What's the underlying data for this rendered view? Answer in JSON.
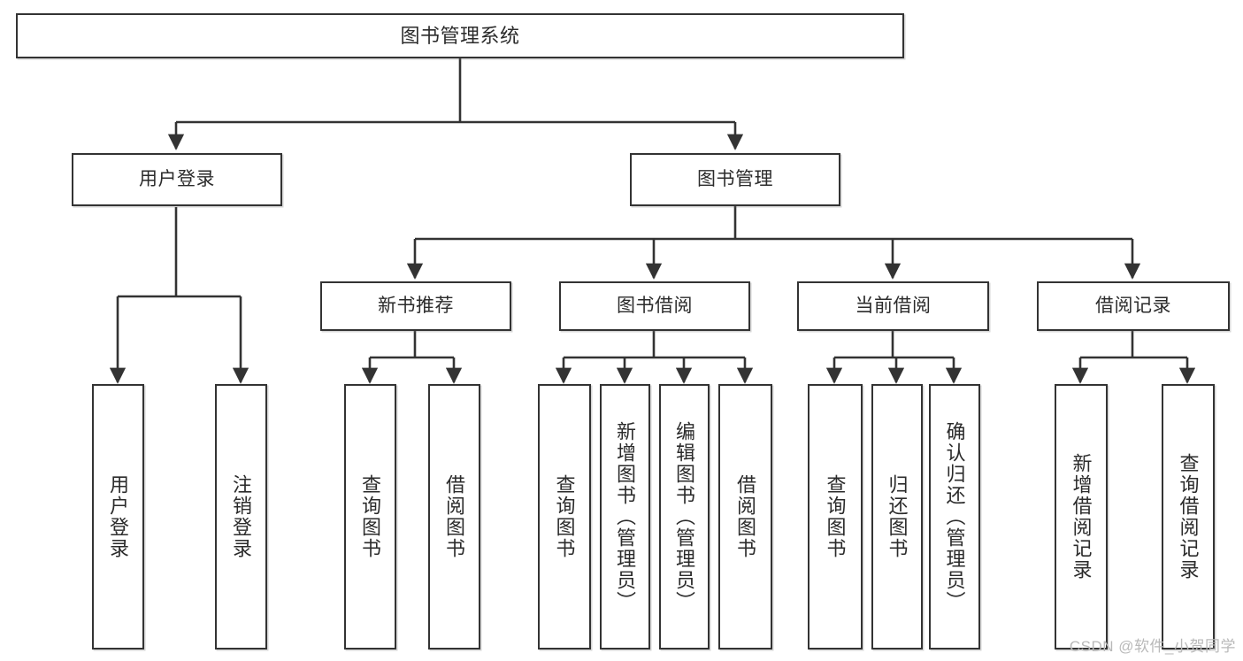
{
  "diagram": {
    "title": "图书管理系统",
    "type": "hierarchy-tree",
    "watermark": "CSDN @软件_小贺同学",
    "colors": {
      "background": "#ffffff",
      "box_border": "#333333",
      "box_fill": "#ffffff",
      "text": "#2b2b2b",
      "connector": "#333333",
      "watermark": "#b9b9b9"
    },
    "nodes": {
      "root": {
        "label": "图书管理系统",
        "level": 1
      },
      "user_login": {
        "label": "用户登录",
        "level": 2
      },
      "book_manage": {
        "label": "图书管理",
        "level": 2
      },
      "new_book_rec": {
        "label": "新书推荐",
        "level": 3
      },
      "book_borrow": {
        "label": "图书借阅",
        "level": 3
      },
      "current_borrow": {
        "label": "当前借阅",
        "level": 3
      },
      "borrow_record": {
        "label": "借阅记录",
        "level": 3
      },
      "leaf_user_login": {
        "label": "用户登录",
        "level": 3
      },
      "leaf_logout": {
        "label": "注销登录",
        "level": 3
      },
      "leaf_query_book_1": {
        "label": "查询图书",
        "level": 4
      },
      "leaf_borrow_book_1": {
        "label": "借阅图书",
        "level": 4
      },
      "leaf_query_book_2": {
        "label": "查询图书",
        "level": 4
      },
      "leaf_add_book": {
        "label": "新增图书（管理员）",
        "level": 4
      },
      "leaf_edit_book": {
        "label": "编辑图书（管理员）",
        "level": 4
      },
      "leaf_borrow_book_2": {
        "label": "借阅图书",
        "level": 4
      },
      "leaf_query_book_3": {
        "label": "查询图书",
        "level": 4
      },
      "leaf_return_book": {
        "label": "归还图书",
        "level": 4
      },
      "leaf_confirm_return": {
        "label": "确认归还（管理员）",
        "level": 4
      },
      "leaf_add_record": {
        "label": "新增借阅记录",
        "level": 4
      },
      "leaf_query_record": {
        "label": "查询借阅记录",
        "level": 4
      }
    }
  }
}
